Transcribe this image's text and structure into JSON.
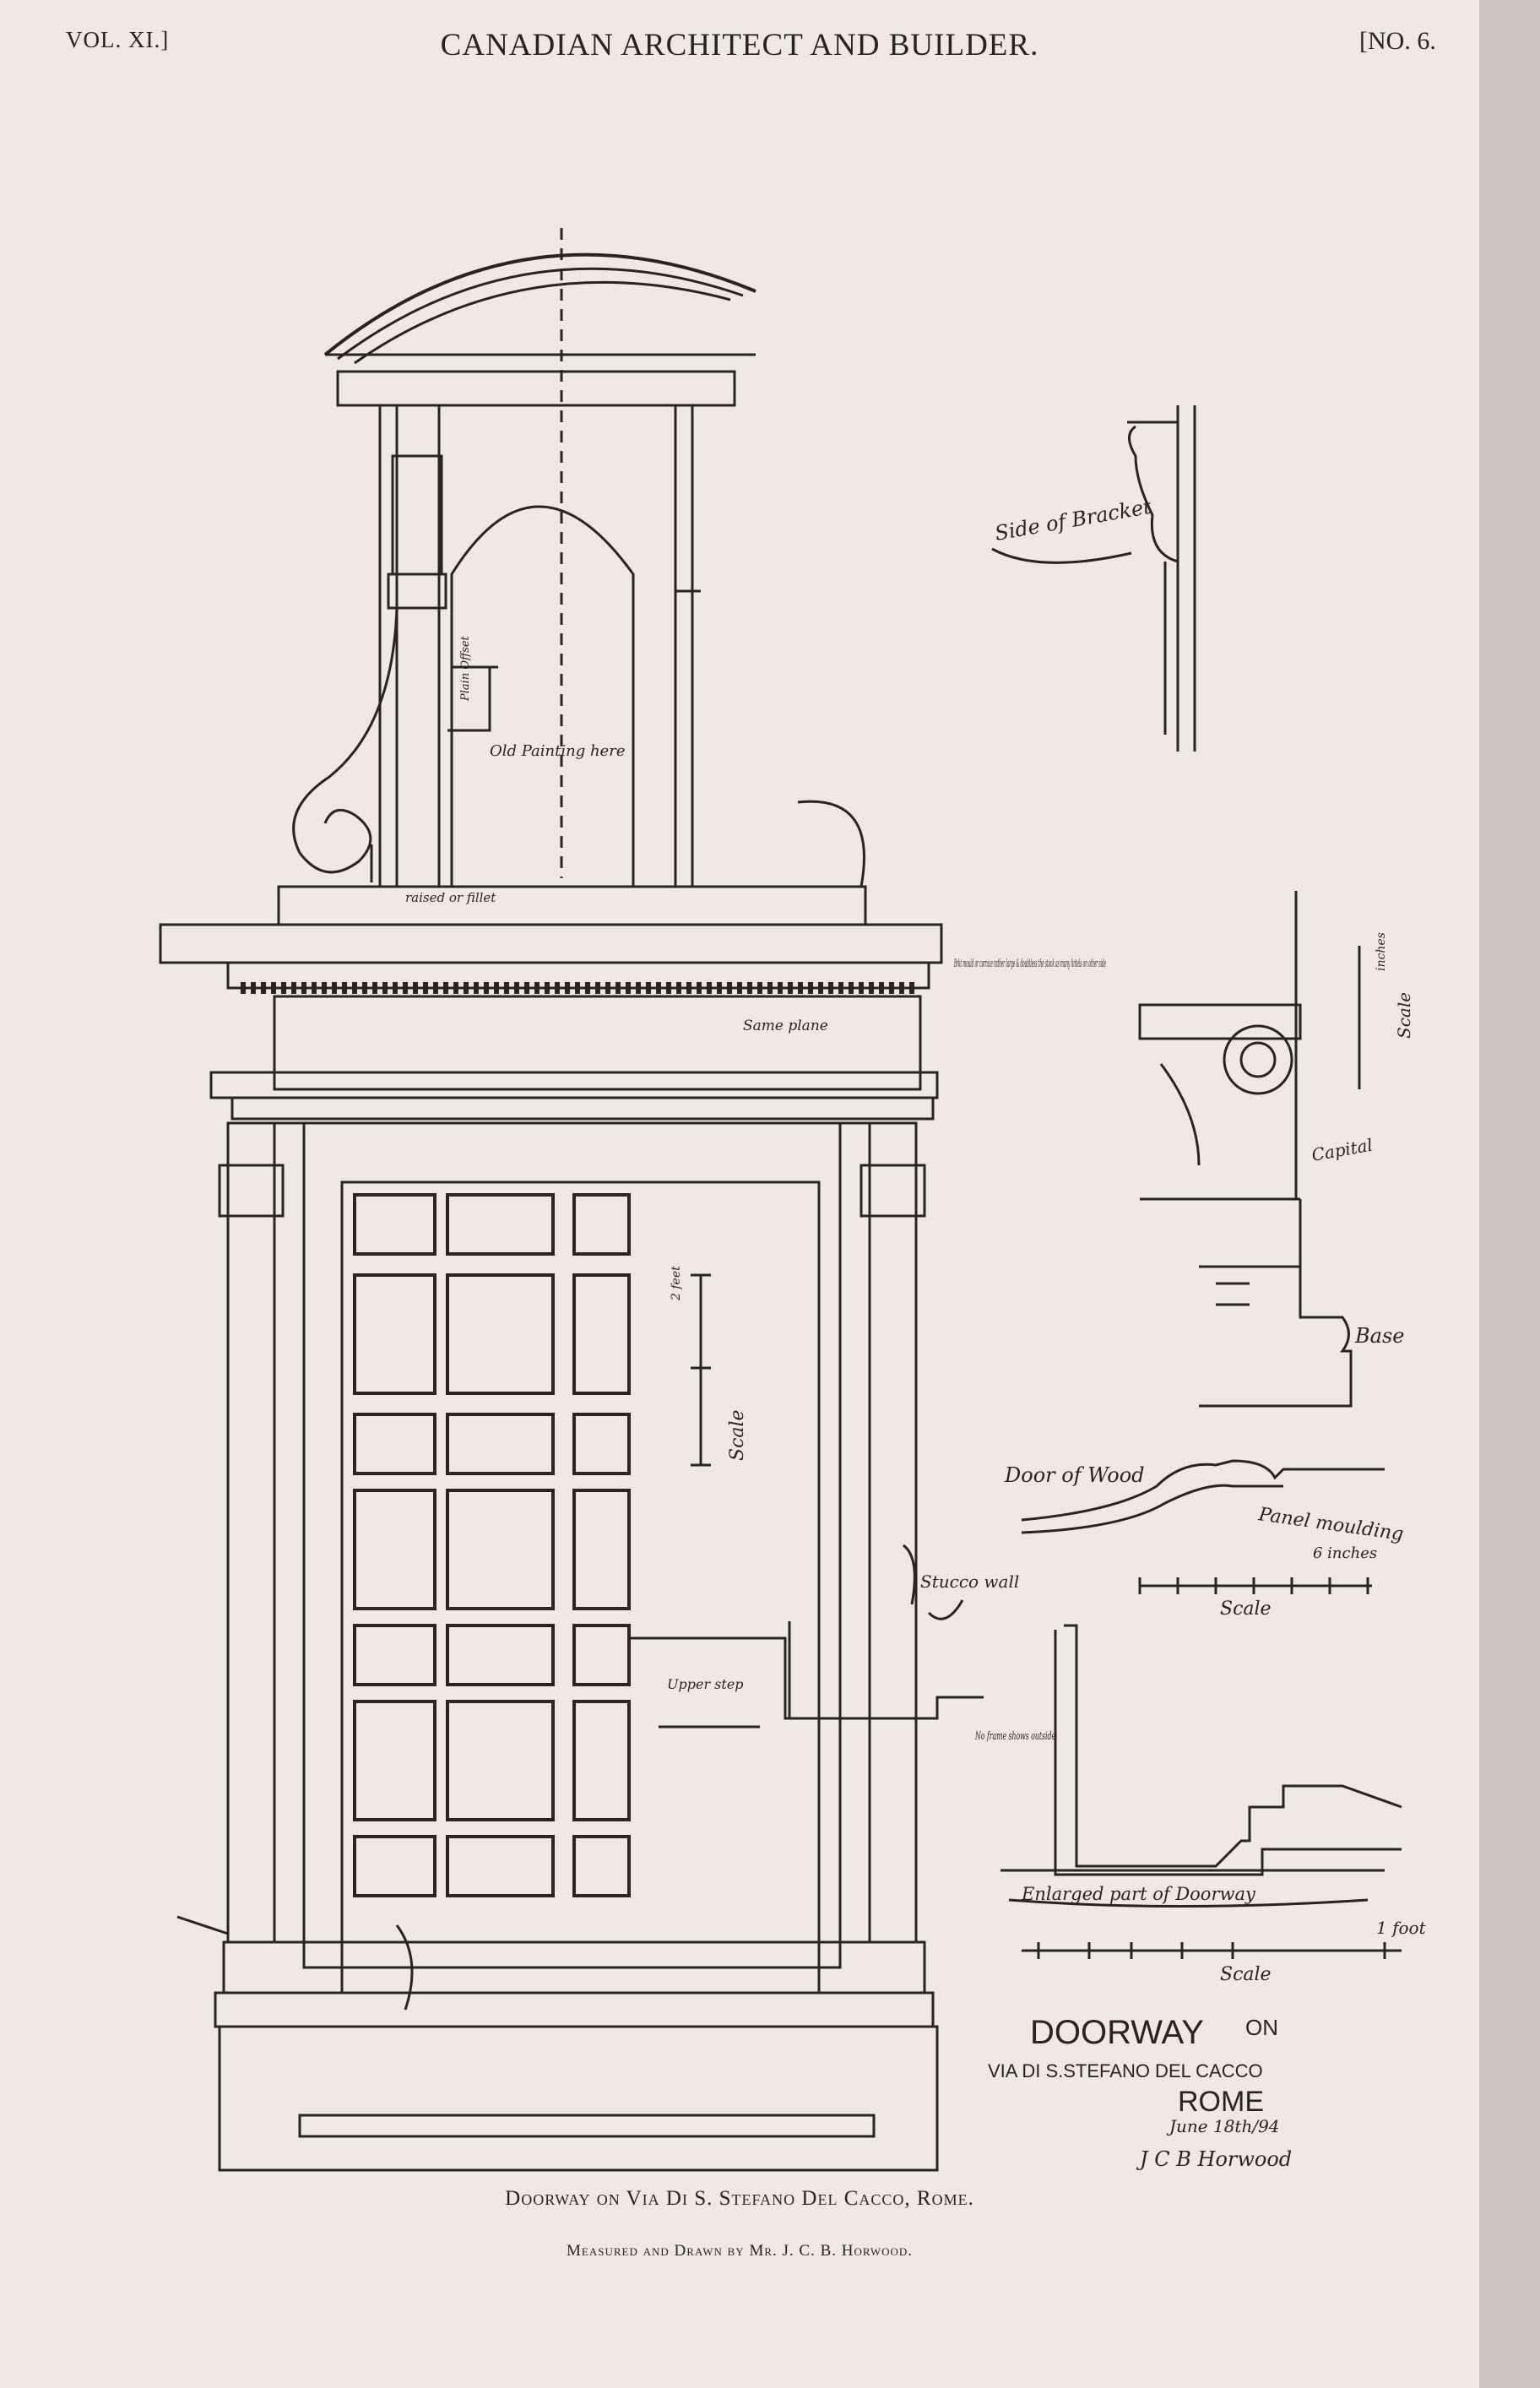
{
  "header": {
    "volume": "VOL. XI.]",
    "journal_title": "CANADIAN ARCHITECT AND BUILDER.",
    "issue": "[NO. 6."
  },
  "annotations": {
    "side_bracket": "Side of Bracket",
    "old_painting": "Old Painting here",
    "plain_offset": "Plain Offset",
    "raised_fillet": "raised or fillet",
    "bracket_note": "Brkt mould or cornice rather large & doubtless the stock as many lintels on other side",
    "same_plane": "Same plane",
    "capital": "Capital",
    "base": "Base",
    "door_wood": "Door of Wood",
    "panel_moulding": "Panel moulding",
    "stucco_wall": "Stucco wall",
    "upper_step": "Upper step",
    "no_frame": "No frame shows outside",
    "enlarged": "Enlarged part of Doorway",
    "scale": "Scale",
    "foot": "1 foot",
    "inches": "6 inches",
    "feet": "2 feet",
    "inches_small": "inches"
  },
  "title_block": {
    "line1": "DOORWAY",
    "line1b": "ON",
    "line2": "VIA DI S.STEFANO DEL CACCO",
    "line3": "ROME",
    "date": "June 18th/94",
    "signature": "J C B Horwood"
  },
  "caption": {
    "title": "Doorway on Via Di S. Stefano Del Cacco, Rome.",
    "credit": "Measured and Drawn by Mr. J. C. B. Horwood."
  },
  "colors": {
    "paper": "#efe8e5",
    "ink": "#2a2320",
    "margin": "#cbc4c3"
  }
}
